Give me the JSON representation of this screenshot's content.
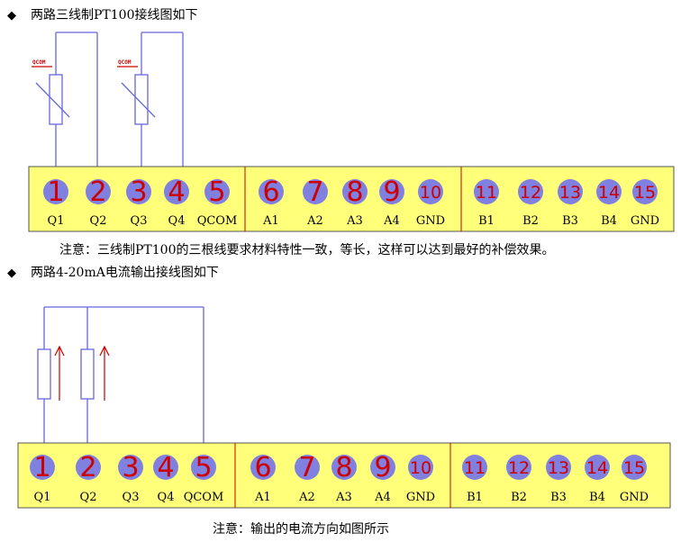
{
  "section1": {
    "bullet": "◆",
    "heading": "两路三线制PT100接线图如下",
    "note": "注意：三线制PT100的三根线要求材料特性一致，等长，这样可以达到最好的补偿效果。",
    "sensor_tag": "QCOM"
  },
  "section2": {
    "bullet": "◆",
    "heading": "两路4-20mA电流输出接线图如下",
    "note": "注意：输出的电流方向如图所示"
  },
  "terminals": {
    "numbers": [
      "1",
      "2",
      "3",
      "4",
      "5",
      "6",
      "7",
      "8",
      "9",
      "10",
      "11",
      "12",
      "13",
      "14",
      "15"
    ],
    "labels": [
      "Q1",
      "Q2",
      "Q3",
      "Q4",
      "QCOM",
      "A1",
      "A2",
      "A3",
      "A4",
      "GND",
      "B1",
      "B2",
      "B3",
      "B4",
      "GND"
    ]
  },
  "colors": {
    "block_fill": "#ffff7a",
    "circle_fill": "#8080e0",
    "number_color": "#cc0000",
    "wire_color": "#6666dd",
    "arrow_color": "#cc0000",
    "divider_color": "#cc0000"
  }
}
